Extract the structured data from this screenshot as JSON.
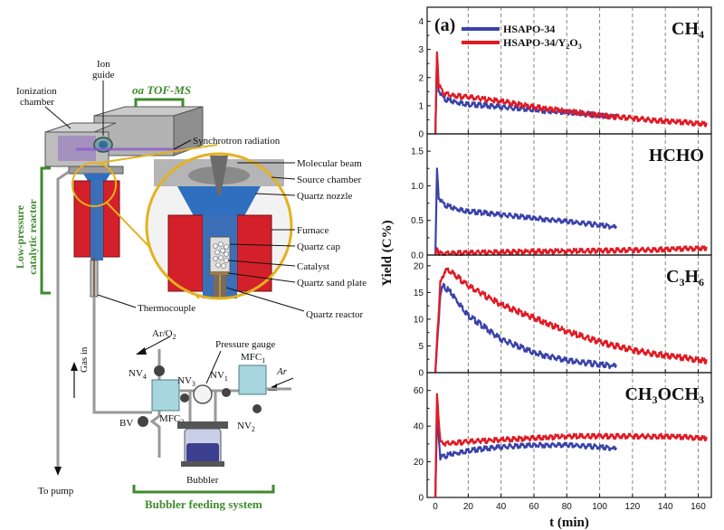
{
  "diagram": {
    "labels": {
      "ionization_chamber_1": "Ionization",
      "ionization_chamber_2": "chamber",
      "ion_guide_1": "Ion",
      "ion_guide_2": "guide",
      "tofms": "oa TOF-MS",
      "synchrotron": "Synchrotron radiation",
      "molecular_beam": "Molecular beam",
      "source_chamber": "Source chamber",
      "quartz_nozzle": "Quartz nozzle",
      "furnace": "Furnace",
      "quartz_cap": "Quartz cap",
      "catalyst": "Catalyst",
      "quartz_sand_plate": "Quartz sand plate",
      "thermocouple": "Thermocouple",
      "quartz_reactor": "Quartz reactor",
      "reactor_group_1": "Low-pressure",
      "reactor_group_2": "catalytic reactor",
      "gas_in": "Gas in",
      "ar_o2": "Ar/O",
      "ar_o2_sub": "2",
      "pressure_gauge": "Pressure gauge",
      "mfc1": "MFC",
      "mfc1_sub": "1",
      "mfc2": "MFC",
      "mfc2_sub": "2",
      "nv1": "NV",
      "nv1_sub": "1",
      "nv2": "NV",
      "nv2_sub": "2",
      "nv3": "NV",
      "nv3_sub": "3",
      "nv4": "NV",
      "nv4_sub": "4",
      "ar": "Ar",
      "bv": "BV",
      "bubbler": "Bubbler",
      "to_pump": "To pump",
      "bubbler_system": "Bubbler feeding system"
    },
    "colors": {
      "green": "#3f8a2e",
      "furnace_red": "#d4202a",
      "quartz_blue": "#2f6fc0",
      "gray_metal": "#a8a8a8",
      "callout_gold": "#e3b21e"
    }
  },
  "chart_data": {
    "type": "line",
    "panel_label": "(a)",
    "xlabel": "t (min)",
    "ylabel": "Yield (C%)",
    "xlim": [
      -5,
      168
    ],
    "xticks": [
      0,
      20,
      40,
      60,
      80,
      100,
      120,
      140,
      160
    ],
    "grid": "vertical dashed",
    "legend": {
      "placement": "top",
      "entries": [
        {
          "name": "HSAPO-34",
          "color": "#3a43a8"
        },
        {
          "name": "HSAPO-34/Y",
          "sub": "2",
          "tail": "O",
          "sub2": "3",
          "color": "#e01b24"
        }
      ]
    },
    "panels": [
      {
        "name": "CH4",
        "title": "CH",
        "title_sub": "4",
        "ylim": [
          0,
          4.5
        ],
        "yticks": [
          0,
          1,
          2,
          3,
          4
        ],
        "series": [
          {
            "name": "HSAPO-34",
            "color": "#3a43a8",
            "x": [
              0,
              1,
              2,
              5,
              10,
              20,
              40,
              60,
              80,
              100,
              110
            ],
            "y": [
              0,
              2.8,
              1.6,
              1.3,
              1.2,
              1.1,
              1.0,
              0.9,
              0.8,
              0.7,
              0.65
            ]
          },
          {
            "name": "HSAPO-34/Y2O3",
            "color": "#e01b24",
            "x": [
              0,
              1,
              2,
              5,
              10,
              20,
              40,
              60,
              80,
              100,
              120,
              140,
              165
            ],
            "y": [
              0,
              2.9,
              1.8,
              1.5,
              1.4,
              1.35,
              1.2,
              1.0,
              0.85,
              0.7,
              0.6,
              0.5,
              0.4
            ]
          }
        ]
      },
      {
        "name": "HCHO",
        "title": "HCHO",
        "title_sub": "",
        "ylim": [
          0,
          1.75
        ],
        "yticks": [
          0.0,
          0.5,
          1.0,
          1.5
        ],
        "series": [
          {
            "name": "HSAPO-34",
            "color": "#3a43a8",
            "x": [
              0,
              1,
              2,
              5,
              10,
              20,
              40,
              60,
              80,
              100,
              110
            ],
            "y": [
              0,
              1.25,
              0.85,
              0.75,
              0.7,
              0.65,
              0.6,
              0.55,
              0.5,
              0.45,
              0.42
            ]
          },
          {
            "name": "HSAPO-34/Y2O3",
            "color": "#e01b24",
            "x": [
              0,
              1,
              2,
              5,
              20,
              60,
              100,
              140,
              165
            ],
            "y": [
              0,
              0.1,
              0.05,
              0.04,
              0.05,
              0.07,
              0.08,
              0.1,
              0.12
            ]
          }
        ]
      },
      {
        "name": "C3H6",
        "title": "C",
        "title_sub": "3",
        "title_tail": "H",
        "title_sub2": "6",
        "ylim": [
          0,
          22
        ],
        "yticks": [
          0,
          5,
          10,
          15,
          20
        ],
        "series": [
          {
            "name": "HSAPO-34",
            "color": "#3a43a8",
            "x": [
              0,
              1,
              3,
              5,
              10,
              20,
              40,
              60,
              80,
              100,
              110
            ],
            "y": [
              0,
              5,
              15,
              16.5,
              15,
              11,
              6.5,
              4,
              2.5,
              1.8,
              1.5
            ]
          },
          {
            "name": "HSAPO-34/Y2O3",
            "color": "#e01b24",
            "x": [
              0,
              1,
              3,
              6,
              10,
              20,
              40,
              60,
              80,
              100,
              120,
              140,
              165
            ],
            "y": [
              0,
              6,
              17,
              19.5,
              19,
              16.5,
              13,
              10.5,
              8,
              6,
              4.5,
              3.5,
              2.5
            ]
          }
        ]
      },
      {
        "name": "CH3OCH3",
        "title": "CH",
        "title_sub": "3",
        "title_tail": "OCH",
        "title_sub2": "3",
        "ylim": [
          0,
          70
        ],
        "yticks": [
          0,
          20,
          40,
          60
        ],
        "series": [
          {
            "name": "HSAPO-34",
            "color": "#3a43a8",
            "x": [
              0,
              1,
              3,
              6,
              10,
              20,
              40,
              60,
              80,
              100,
              110
            ],
            "y": [
              0,
              48,
              23,
              24,
              25,
              27,
              29,
              30,
              30,
              29,
              28
            ]
          },
          {
            "name": "HSAPO-34/Y2O3",
            "color": "#e01b24",
            "x": [
              0,
              1,
              3,
              6,
              10,
              20,
              40,
              60,
              80,
              100,
              120,
              140,
              165
            ],
            "y": [
              0,
              58,
              32,
              31,
              31,
              32,
              33,
              34,
              35,
              35,
              35,
              35,
              34
            ]
          }
        ]
      }
    ]
  }
}
